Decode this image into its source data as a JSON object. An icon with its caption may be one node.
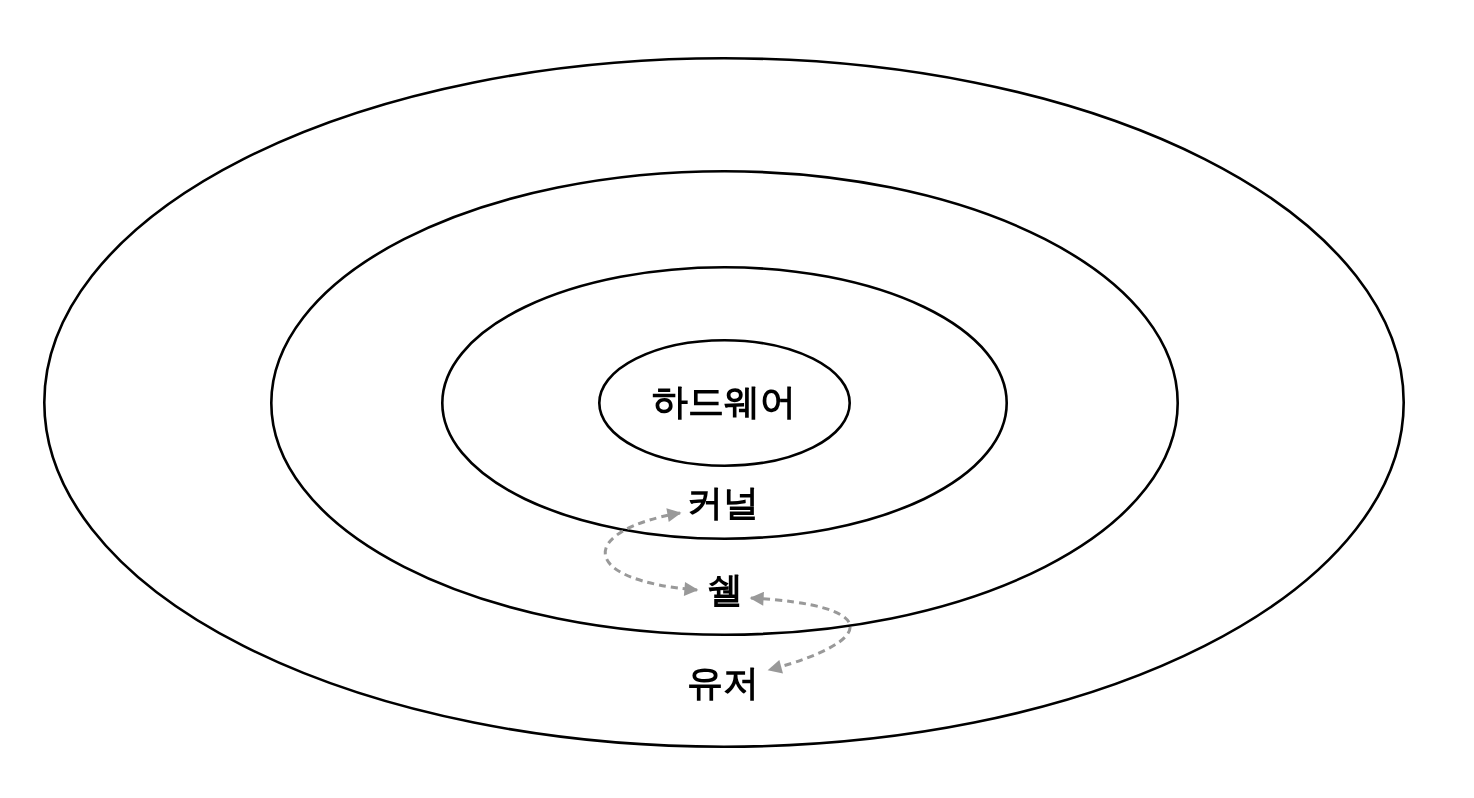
{
  "diagram": {
    "nodes": [
      {
        "text": [
          "유저"
        ]
      },
      {
        "text": [
          "쉘"
        ],
        "in": 0
      },
      {
        "text": [
          "커널"
        ],
        "in": 1
      },
      {
        "text": [
          "하드웨어"
        ],
        "in": 2
      }
    ],
    "edges": [
      {
        "from": 2,
        "to": 1,
        "arrow": "both",
        "style": "dashed"
      },
      {
        "from": 1,
        "to": 0,
        "arrow": "both",
        "style": "dashed"
      }
    ]
  }
}
